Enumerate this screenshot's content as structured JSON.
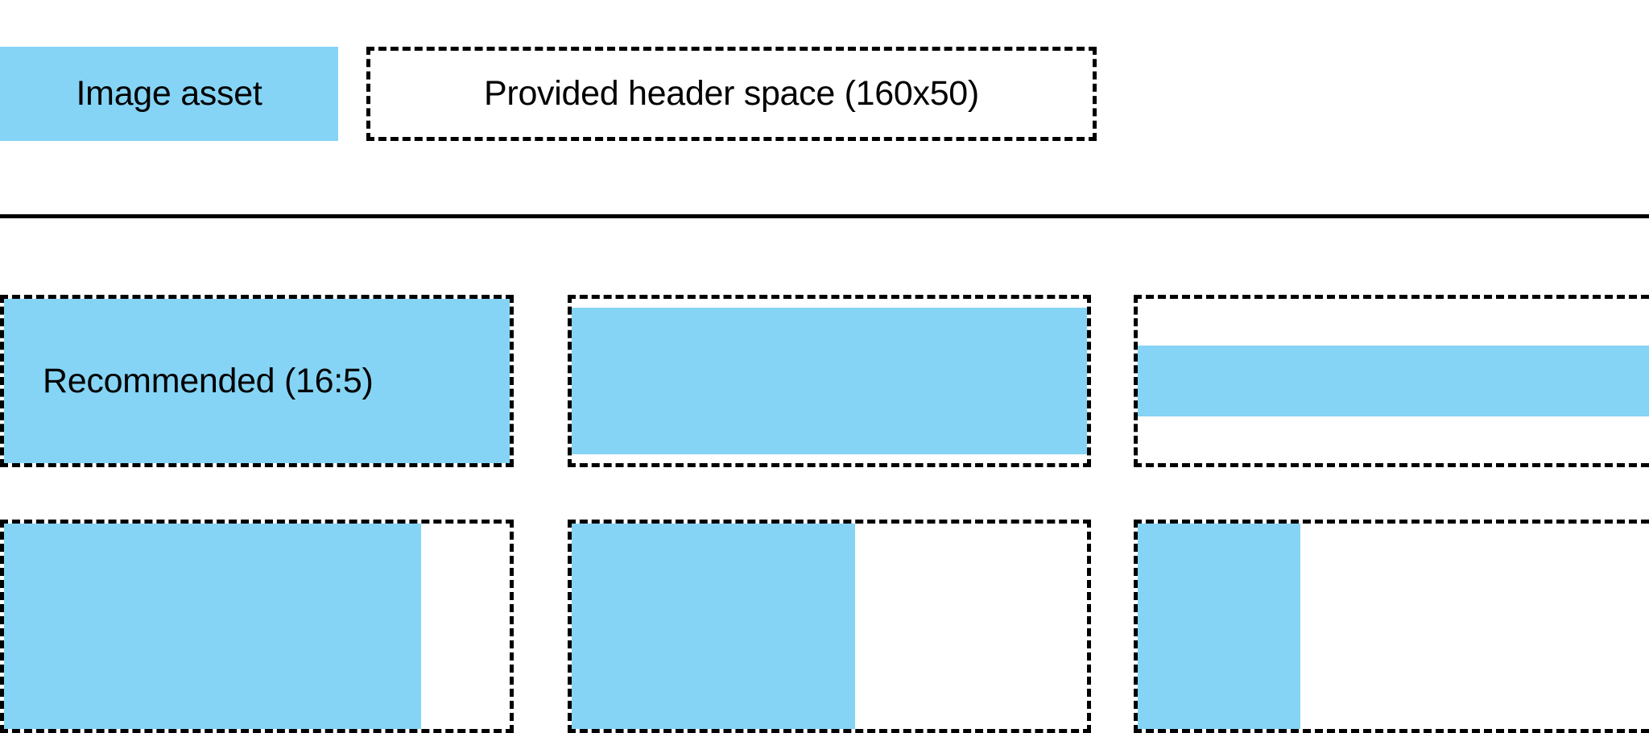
{
  "legend": {
    "asset_swatch_label": "Image asset",
    "header_space_label": "Provided header space (160x50)"
  },
  "colors": {
    "asset_fill": "#85d4f5",
    "outline": "#000000",
    "background": "#ffffff",
    "divider": "#000000"
  },
  "examples": {
    "recommended_label": "Recommended (16:5)",
    "aspect_row": [
      {
        "name": "recommended-16-5",
        "fill_style": "full",
        "label": "Recommended (16:5)"
      },
      {
        "name": "slightly-shorter",
        "fill_style": "inset-sm",
        "label": ""
      },
      {
        "name": "much-shorter",
        "fill_style": "inset-lg",
        "label": ""
      }
    ],
    "width_row": [
      {
        "name": "width-wide",
        "fill_style": "w81",
        "label": ""
      },
      {
        "name": "width-medium",
        "fill_style": "w54",
        "label": ""
      },
      {
        "name": "width-narrow",
        "fill_style": "w31",
        "label": ""
      }
    ]
  }
}
